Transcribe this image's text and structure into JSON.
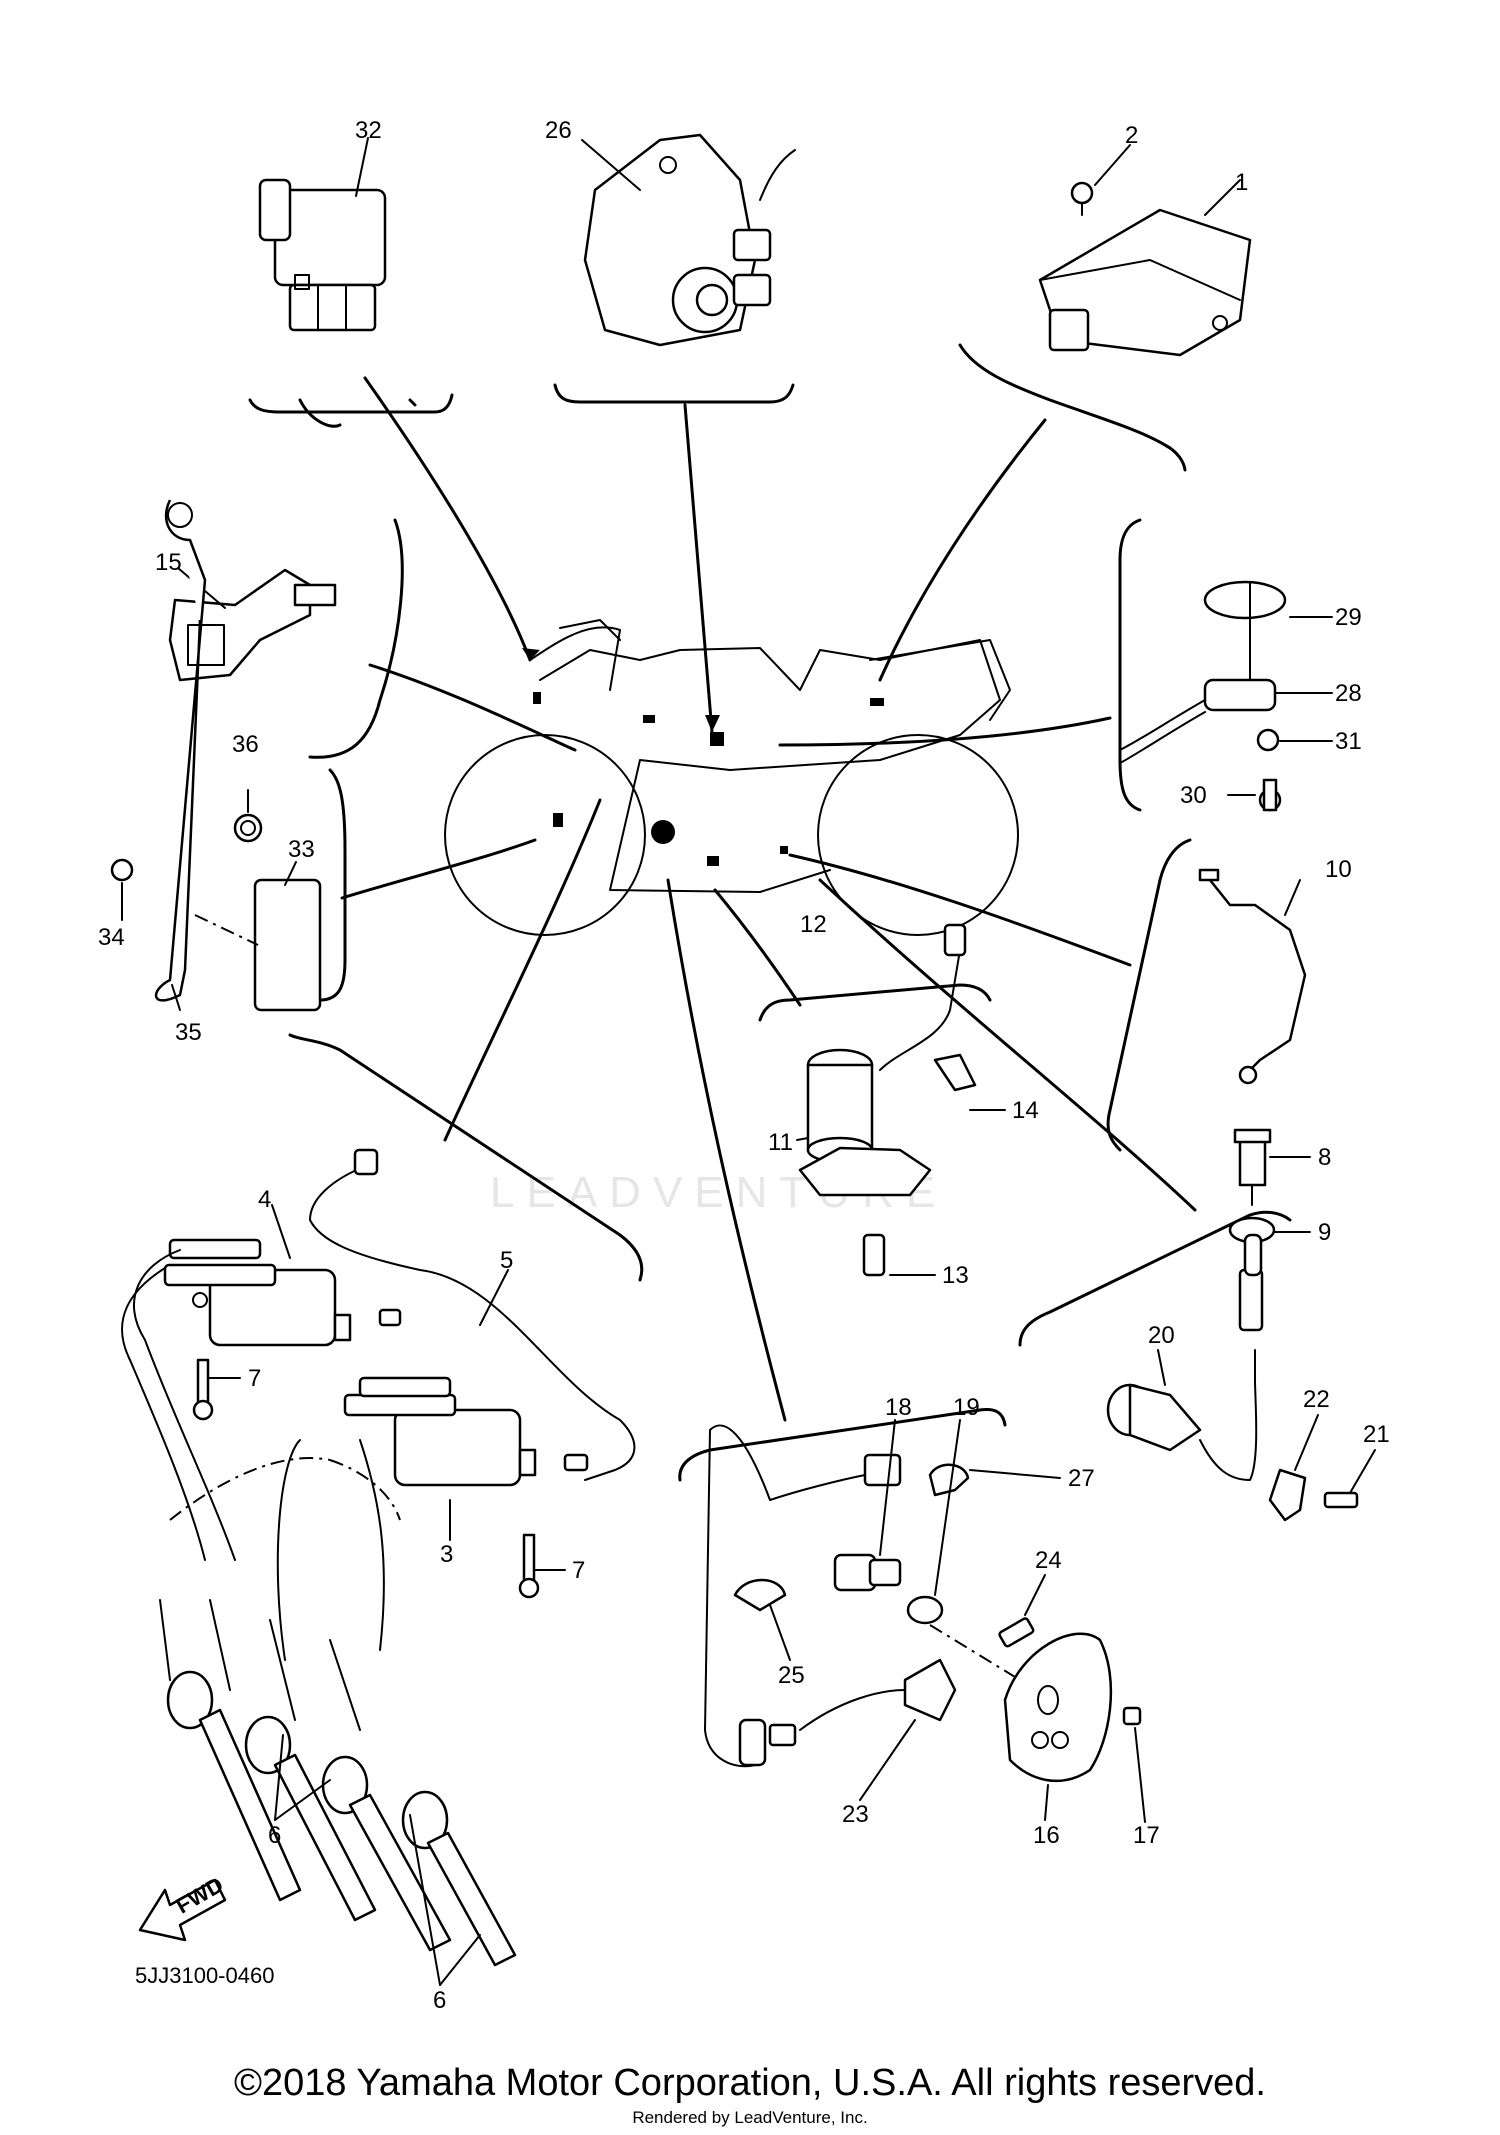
{
  "callouts": {
    "c1": "1",
    "c2": "2",
    "c3": "3",
    "c4": "4",
    "c5": "5",
    "c6a": "6",
    "c6b": "6",
    "c7a": "7",
    "c7b": "7",
    "c8": "8",
    "c9": "9",
    "c10": "10",
    "c11": "11",
    "c12": "12",
    "c13": "13",
    "c14": "14",
    "c15": "15",
    "c16": "16",
    "c17": "17",
    "c18": "18",
    "c19": "19",
    "c20": "20",
    "c21": "21",
    "c22": "22",
    "c23": "23",
    "c24": "24",
    "c25": "25",
    "c26": "26",
    "c27": "27",
    "c28": "28",
    "c29": "29",
    "c30": "30",
    "c31": "31",
    "c32": "32",
    "c33": "33",
    "c34": "34",
    "c35": "35",
    "c36": "36"
  },
  "fwd_label": "FWD",
  "diagram_code": "5JJ3100-0460",
  "watermark": "LEADVENTURE",
  "copyright": "©2018 Yamaha Motor Corporation, U.S.A. All rights reserved.",
  "rendered_by": "Rendered by LeadVenture, Inc."
}
